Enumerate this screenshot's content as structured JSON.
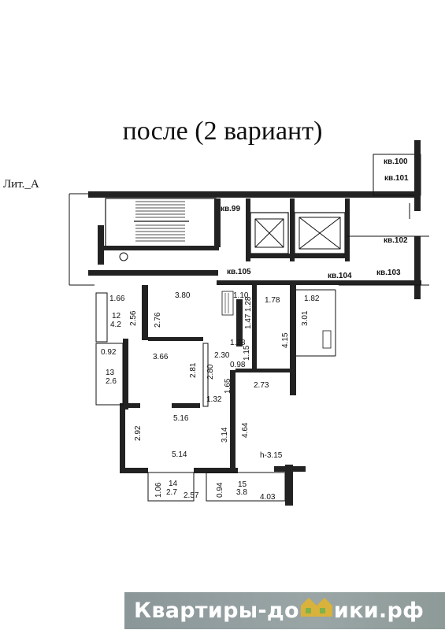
{
  "title": "после (2 вариант)",
  "building_label": "Лит._А",
  "apartments": [
    "кв.99",
    "кв.100",
    "кв.101",
    "кв.102",
    "кв.103",
    "кв.104",
    "кв.105"
  ],
  "dimensions": {
    "d_1_66": "1.66",
    "d_3_80": "3.80",
    "d_1_10": "1.10",
    "d_1_28a": "1.28",
    "d_1_78": "1.78",
    "d_1_82": "1.82",
    "d_12": "12",
    "d_4_2": "4.2",
    "d_2_56": "2.56",
    "d_2_76": "2.76",
    "d_1_47": "1.47",
    "d_3_01": "3.01",
    "d_4_15": "4.15",
    "d_1_28b": "1.28",
    "d_0_92": "0.92",
    "d_3_66": "3.66",
    "d_2_30": "2.30",
    "d_1_15": "1.15",
    "d_0_98": "0.98",
    "d_13": "13",
    "d_2_6": "2.6",
    "d_2_81": "2.81",
    "d_2_80": "2.80",
    "d_1_65": "1.65",
    "d_2_73": "2.73",
    "d_1_32": "1.32",
    "d_5_16": "5.16",
    "d_2_92": "2.92",
    "d_3_14": "3.14",
    "d_4_64": "4.64",
    "d_5_14": "5.14",
    "d_h_3_15": "h-3.15",
    "d_1_06": "1.06",
    "d_14": "14",
    "d_2_7": "2.7",
    "d_2_57": "2.57",
    "d_0_94": "0.94",
    "d_15": "15",
    "d_3_8": "3.8",
    "d_4_03": "4.03"
  },
  "watermark": {
    "part1": "Квартиры-до",
    "part2": "ики.рф",
    "icon": "house-icon"
  }
}
